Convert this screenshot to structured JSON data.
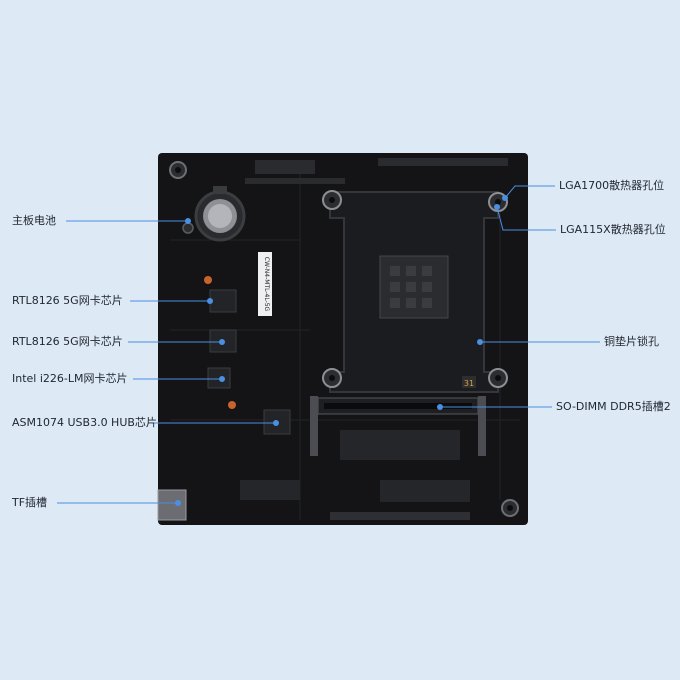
{
  "colors": {
    "background": "#dde9f4",
    "board": "#141416",
    "callout_line": "#4a90e2",
    "copper": "#c8632c"
  },
  "labels": {
    "battery": "主板电池",
    "rtl1": "RTL8126 5G网卡芯片",
    "rtl2": "RTL8126 5G网卡芯片",
    "intel": "Intel i226-LM网卡芯片",
    "asm": "ASM1074 USB3.0 HUB芯片",
    "tf": "TF插槽",
    "lga1700": "LGA1700散热器孔位",
    "lga115x": "LGA115X散热器孔位",
    "copper_pad": "铜垫片锁孔",
    "sodimm": "SO-DIMM DDR5插槽2"
  },
  "board_text": {
    "sticker": "CW-N4-MTL-4L-5G",
    "chip_mark": "31"
  }
}
